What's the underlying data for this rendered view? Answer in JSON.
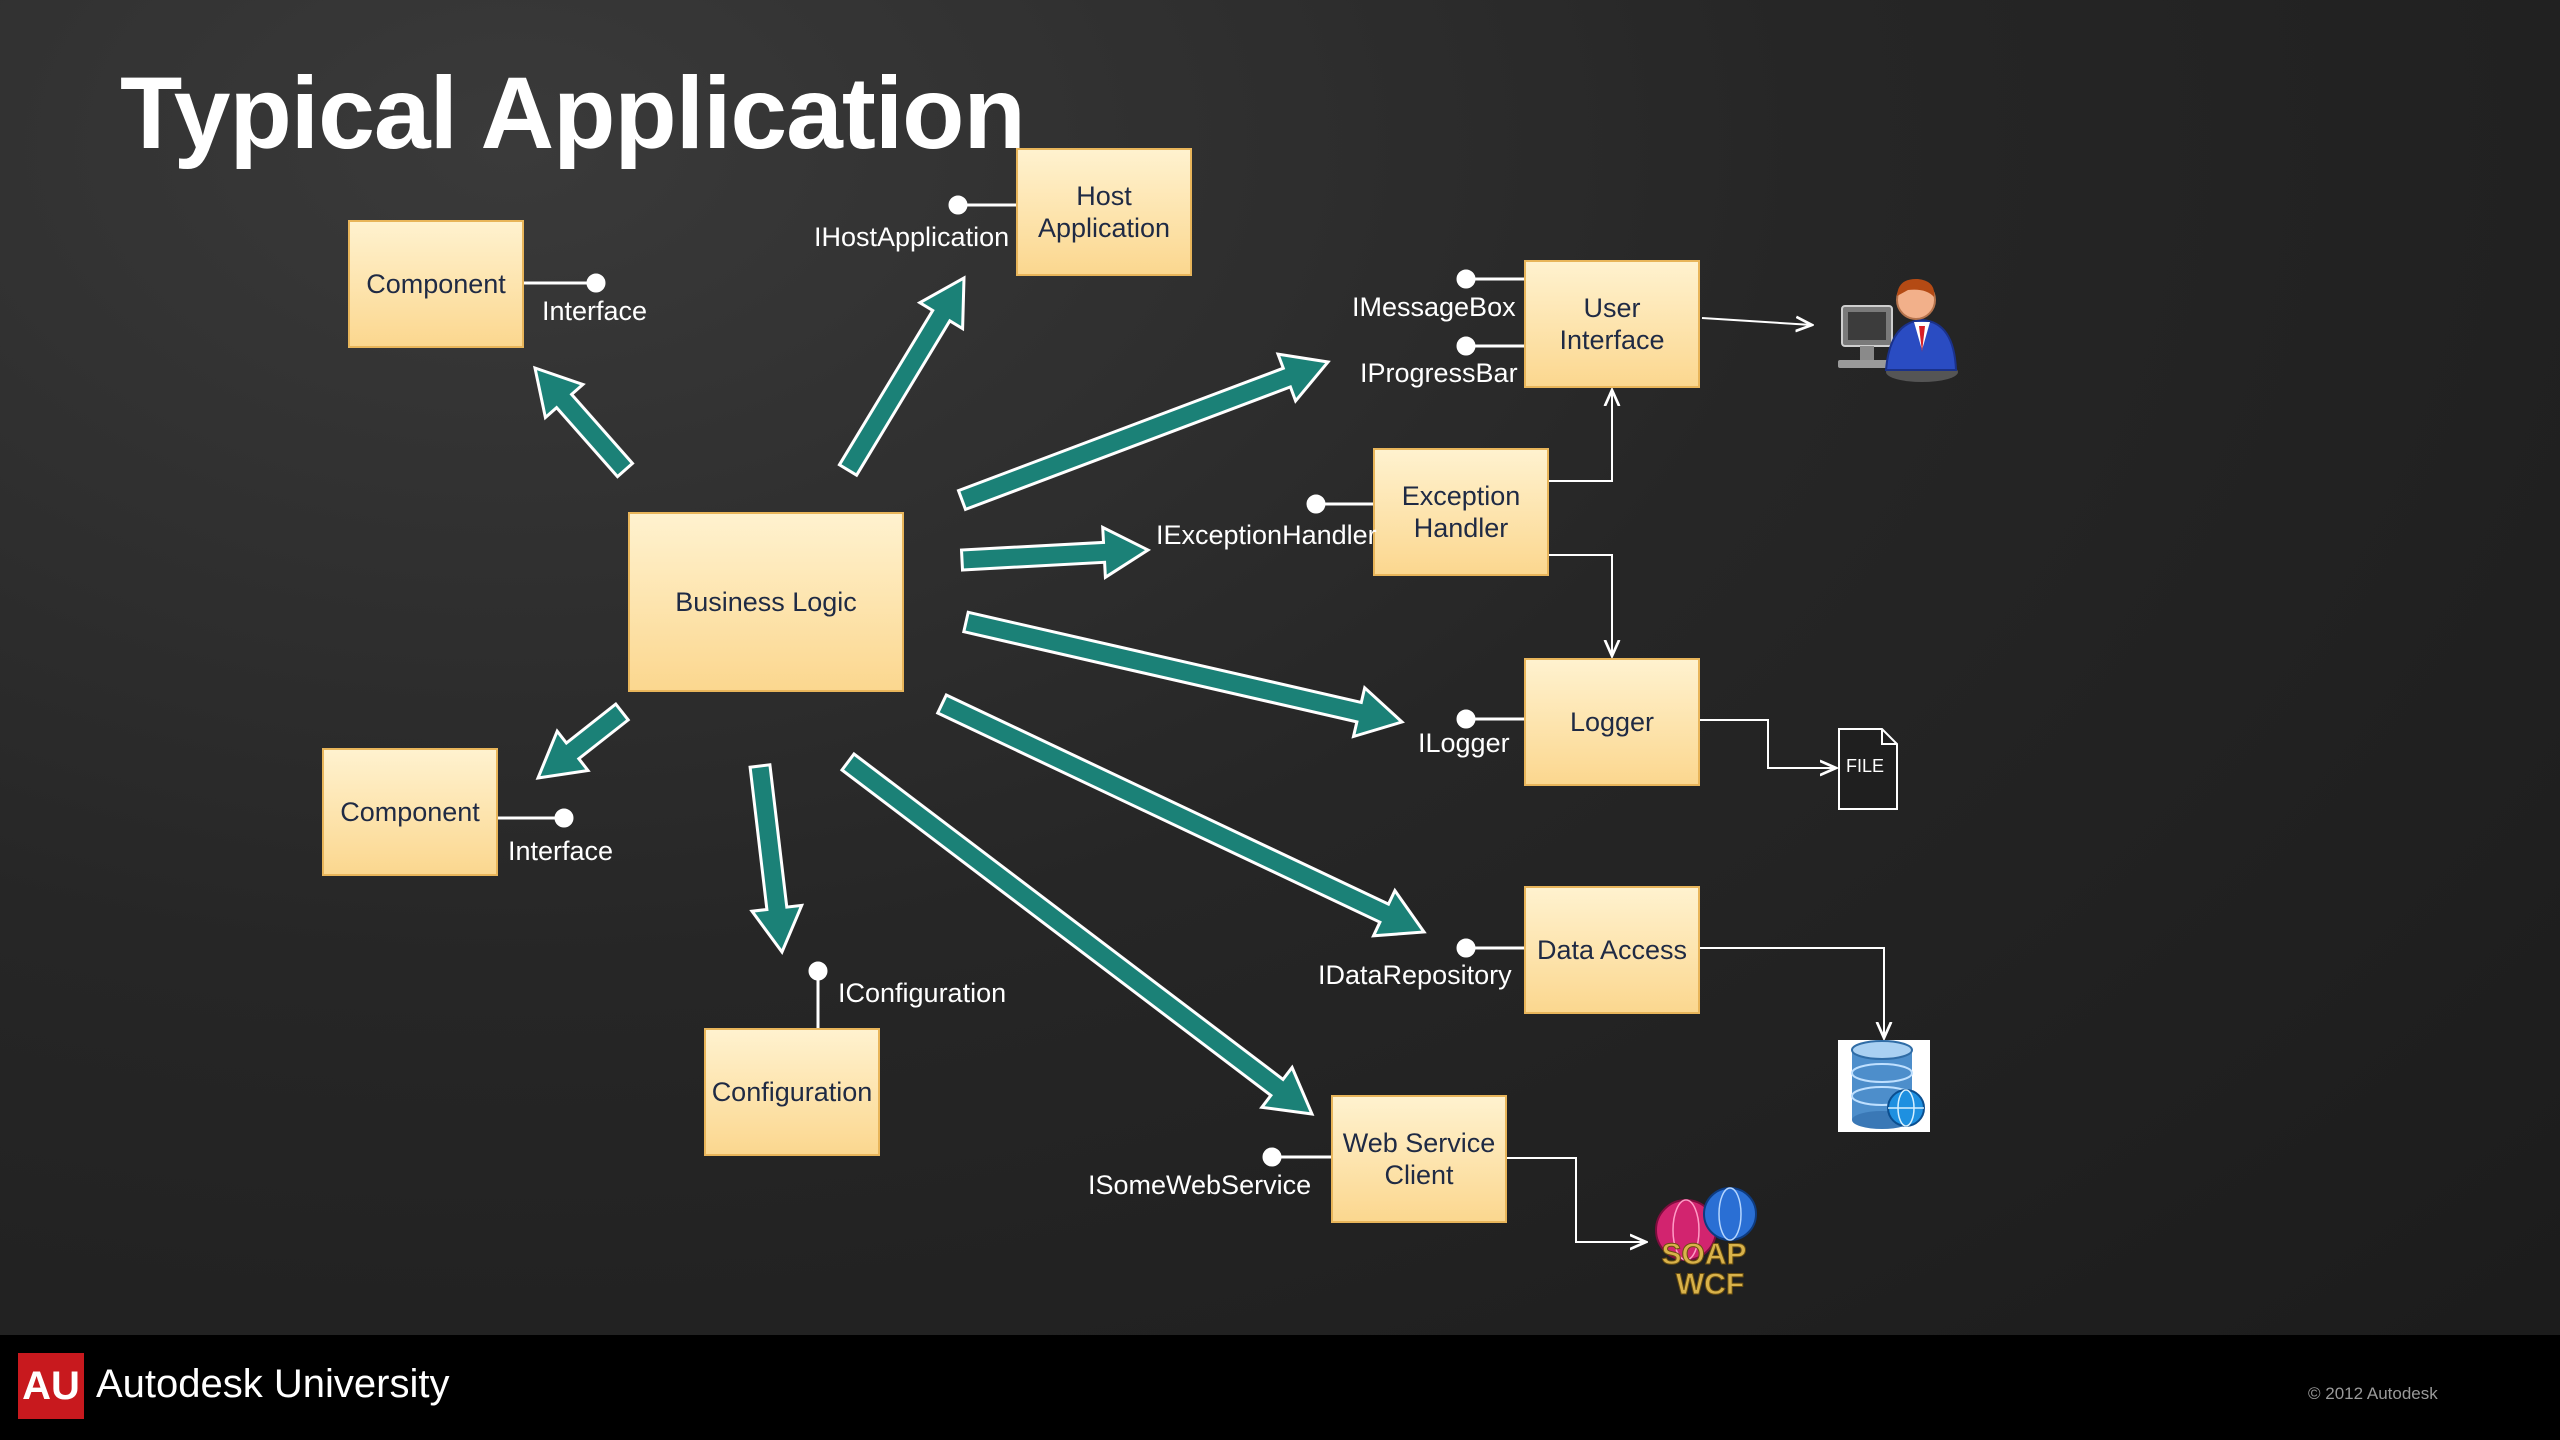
{
  "slide": {
    "title": "Typical Application"
  },
  "boxes": {
    "host": "Host\nApplication",
    "component_top": "Component",
    "component_left": "Component",
    "business": "Business Logic",
    "user_interface": "User\nInterface",
    "exception_handler": "Exception\nHandler",
    "logger": "Logger",
    "data_access": "Data Access",
    "configuration": "Configuration",
    "web_service": "Web Service\nClient"
  },
  "interfaces": {
    "host": "IHostApplication",
    "component_top": "Interface",
    "component_left": "Interface",
    "message_box": "IMessageBox",
    "progress_bar": "IProgressBar",
    "exception_handler": "IExceptionHandler",
    "logger": "ILogger",
    "data_repository": "IDataRepository",
    "configuration": "IConfiguration",
    "web_service": "ISomeWebService"
  },
  "icons": {
    "file_label": "FILE",
    "user": "user-at-computer-icon",
    "database": "database-icon",
    "soap": "soap-wcf-icon"
  },
  "footer": {
    "logo": "AU",
    "brand": "Autodesk University",
    "copyright": "© 2012 Autodesk"
  },
  "colors": {
    "box_fill_top": "#fff2cf",
    "box_fill_bottom": "#fbd78f",
    "arrow_fill": "#1b8177",
    "arrow_stroke": "#ffffff"
  }
}
